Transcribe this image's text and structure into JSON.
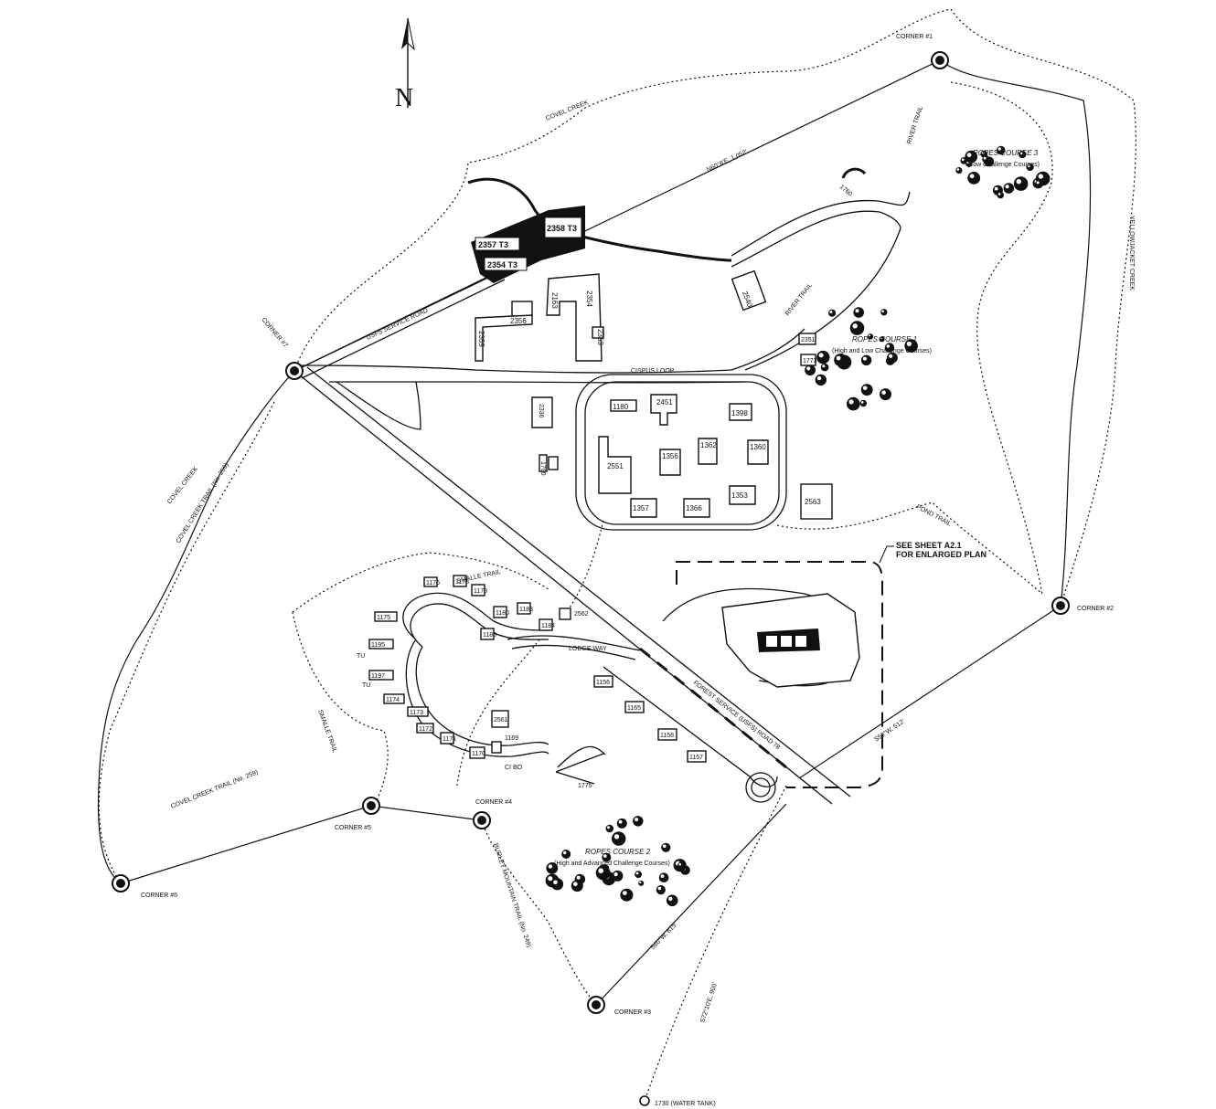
{
  "north_label": "N",
  "corners": {
    "c1": "CORNER #1",
    "c2": "CORNER #2",
    "c3": "CORNER #3",
    "c4": "CORNER #4",
    "c5": "CORNER #5",
    "c6": "CORNER #6",
    "c7": "CORNER #7"
  },
  "water_tank": "1730 (WATER TANK)",
  "creeks": {
    "covel_top": "COVEL CREEK",
    "covel_left": "COVEL CREEK",
    "yellowjacket": "YELLOWJACKET CREEK"
  },
  "trails": {
    "covel_trail_upper": "COVEL CREEK TRAIL (No. 259)",
    "covel_trail_lower": "COVEL CREEK TRAIL (No. 259)",
    "smalle_top": "SMALLE TRAIL",
    "smalle_left": "SMALLE TRAIL",
    "river_upper": "RIVER TRAIL",
    "river_lower": "RIVER TRAIL",
    "pond": "POND TRAIL",
    "burley": "BURLEY MOUNTAIN TRAIL (No. 249)"
  },
  "roads": {
    "usfs_service": "USFS SERVICE ROAD",
    "cispus_loop": "CISPUS LOOP",
    "lodge_way": "LODGE WAY",
    "forest_service": "FOREST SERVICE (USFS) ROAD 78"
  },
  "bearings": {
    "top": "N60°8'E, 1,052'",
    "right": "S50°W, 512'",
    "bottom": "S60°W, 815'",
    "tank": "S72°10'E, 900'"
  },
  "see_sheet": [
    "SEE SHEET A2.1",
    "FOR ENLARGED PLAN"
  ],
  "ropes": {
    "r1_name": "ROPES COURSE 1",
    "r1_desc": "(High and Low Challenge Courses)",
    "r2_name": "ROPES COURSE 2",
    "r2_desc": "(High and Advanced Challenge Courses)",
    "r3_name": "ROPES COURSE 3",
    "r3_desc": "(Low Challenge Courses)"
  },
  "buildings": {
    "b2357": "2357 T3",
    "b2358": "2358 T3",
    "b2354": "2354 T3",
    "b2163": "2163",
    "b2354b": "2354",
    "b2356": "2356",
    "b2359": "2359",
    "b2353": "2353",
    "b2540": "2540",
    "b2351": "2351",
    "b1773": "1773",
    "b1760": "1760",
    "b1180": "1180",
    "b2451": "2451",
    "b1398": "1398",
    "b2551": "2551",
    "b1356": "1356",
    "b1362": "1362",
    "b1360": "1360",
    "b1357": "1357",
    "b1366": "1366",
    "b1353": "1353",
    "b2563": "2563",
    "b2336": "2336",
    "b1700": "1700",
    "b1176": "1176",
    "b1178": "1178",
    "b1179": "1179",
    "b1180b": "1180",
    "b1183": "1183",
    "b1184": "1184",
    "b1185": "1185",
    "b2562": "2562",
    "b1175": "1175",
    "b1195": "1195",
    "b1197": "1197",
    "b1156": "1156",
    "b1165": "1165",
    "b1158": "1158",
    "b1157": "1157",
    "b2561": "2561",
    "b1169": "1169",
    "b1170": "1170",
    "b1171": "1171",
    "b1172": "1172",
    "b1173": "1173",
    "b1174": "1174",
    "b1775": "1775",
    "tu1": "TU",
    "tu2": "TU",
    "cb": "CI BO"
  }
}
